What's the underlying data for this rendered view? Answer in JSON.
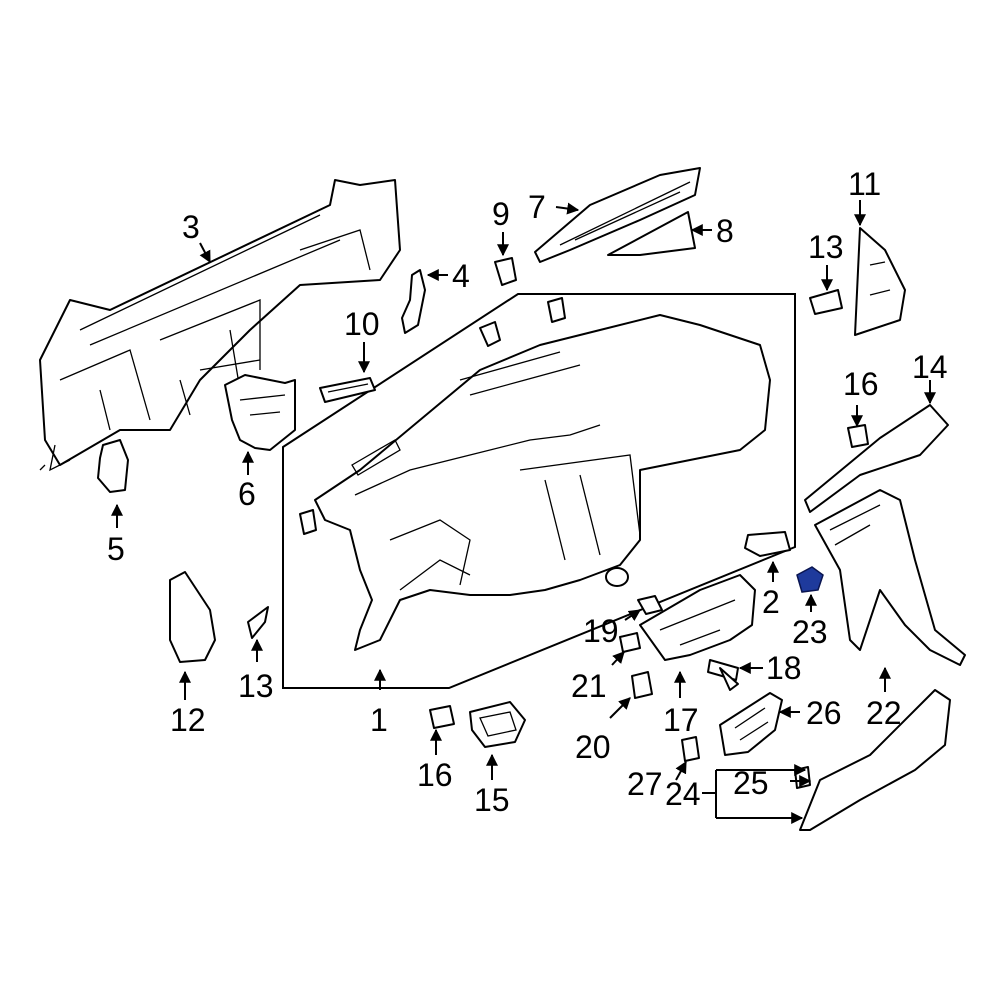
{
  "colors": {
    "line": "#000000",
    "background": "#ffffff",
    "highlight_part": "#1e3a9c"
  },
  "callouts": {
    "c1": "1",
    "c2": "2",
    "c3": "3",
    "c4": "4",
    "c5": "5",
    "c6": "6",
    "c7": "7",
    "c8": "8",
    "c9": "9",
    "c10": "10",
    "c11": "11",
    "c12": "12",
    "c13a": "13",
    "c13b": "13",
    "c14": "14",
    "c15": "15",
    "c16a": "16",
    "c16b": "16",
    "c17": "17",
    "c18": "18",
    "c19": "19",
    "c20": "20",
    "c21": "21",
    "c22": "22",
    "c23": "23",
    "c24": "24",
    "c25": "25",
    "c26": "26",
    "c27": "27"
  },
  "highlighted_part": "23"
}
